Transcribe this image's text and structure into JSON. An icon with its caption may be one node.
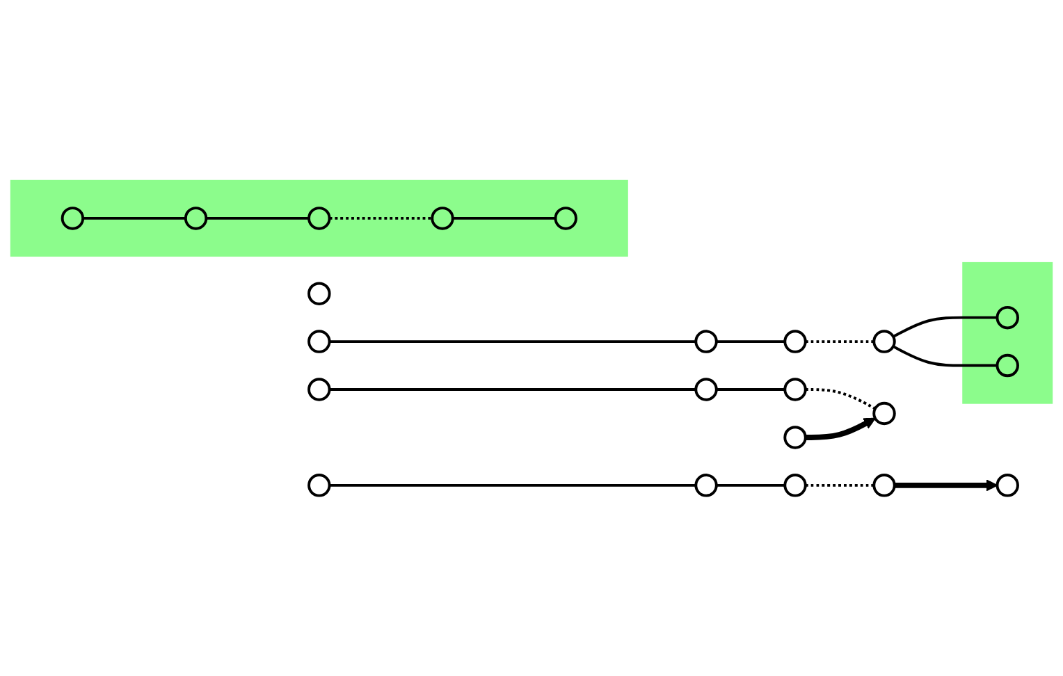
{
  "diagram": {
    "nodes": [
      {
        "text": [],
        "shape": "band"
      },
      {
        "text": [],
        "shape": "circle"
      },
      {
        "text": [],
        "shape": "circle",
        "in": 0
      },
      {
        "text": [],
        "shape": "circle",
        "in": 0
      },
      {
        "text": [],
        "shape": "circle",
        "in": 0
      },
      {
        "text": [],
        "shape": "circle",
        "in": 0
      },
      {
        "text": [],
        "shape": "circle",
        "in": 0
      },
      {
        "text": [],
        "shape": "circle"
      },
      {
        "text": [],
        "shape": "circle"
      },
      {
        "text": [],
        "shape": "circle"
      },
      {
        "text": [],
        "shape": "circle"
      },
      {
        "text": [],
        "shape": "circle"
      },
      {
        "text": [],
        "shape": "circle"
      },
      {
        "text": [],
        "shape": "circle"
      },
      {
        "text": [],
        "shape": "circle"
      },
      {
        "text": [],
        "shape": "circle"
      },
      {
        "text": [],
        "shape": "circle"
      },
      {
        "text": [],
        "shape": "circle"
      },
      {
        "text": [],
        "shape": "circle"
      },
      {
        "text": [],
        "shape": "circle"
      },
      {
        "text": [],
        "shape": "circle"
      },
      {
        "text": [],
        "shape": "band"
      },
      {
        "text": [],
        "shape": "circle",
        "in": 21
      },
      {
        "text": [],
        "shape": "circle",
        "in": 21
      }
    ],
    "edges": [
      {
        "from": 2,
        "to": 3,
        "arrow": "none"
      },
      {
        "from": 3,
        "to": 4,
        "arrow": "none"
      },
      {
        "from": 4,
        "to": 5,
        "arrow": "none",
        "style": "dashed"
      },
      {
        "from": 5,
        "to": 6,
        "arrow": "none"
      },
      {
        "from": 7,
        "to": 8,
        "arrow": "none"
      },
      {
        "from": 8,
        "to": 9,
        "arrow": "none"
      },
      {
        "from": 9,
        "to": 10,
        "arrow": "none",
        "style": "dashed"
      },
      {
        "from": 10,
        "to": 11,
        "arrow": "to",
        "style": "thick"
      },
      {
        "from": 12,
        "to": 13,
        "arrow": "none"
      },
      {
        "from": 13,
        "to": 14,
        "arrow": "none"
      },
      {
        "from": 14,
        "to": 15,
        "arrow": "none",
        "style": "dashed"
      },
      {
        "from": 16,
        "to": 15,
        "arrow": "to",
        "style": "thick"
      },
      {
        "from": 17,
        "to": 18,
        "arrow": "none"
      },
      {
        "from": 18,
        "to": 19,
        "arrow": "none"
      },
      {
        "from": 19,
        "to": 20,
        "arrow": "none",
        "style": "dashed"
      },
      {
        "from": 20,
        "to": 22,
        "arrow": "none"
      },
      {
        "from": 20,
        "to": 23,
        "arrow": "none"
      }
    ]
  }
}
